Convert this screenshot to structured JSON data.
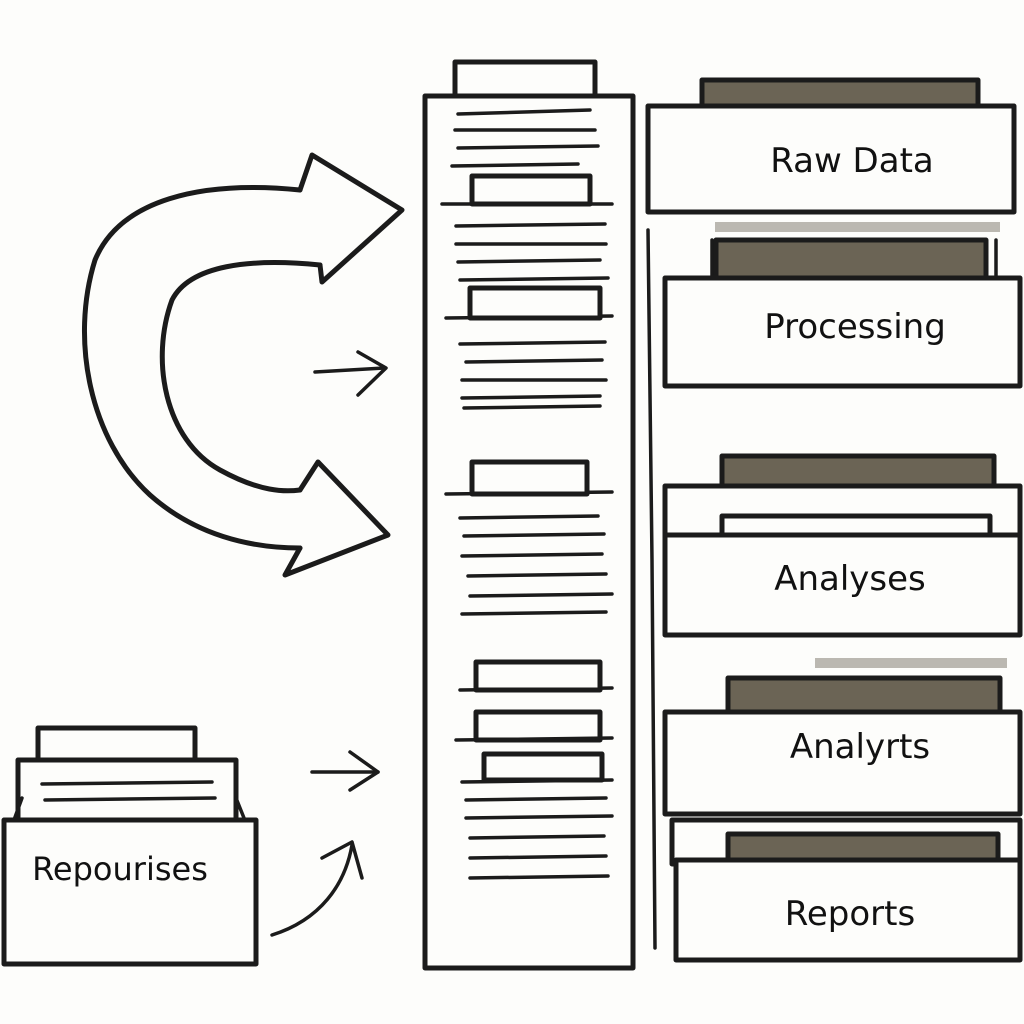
{
  "diagram": {
    "folders": {
      "raw_data": "Raw Data",
      "processing": "Processing",
      "analyses": "Analyses",
      "analyrts": "Analyrts",
      "reports": "Reports",
      "repourises": "Repourises"
    }
  }
}
